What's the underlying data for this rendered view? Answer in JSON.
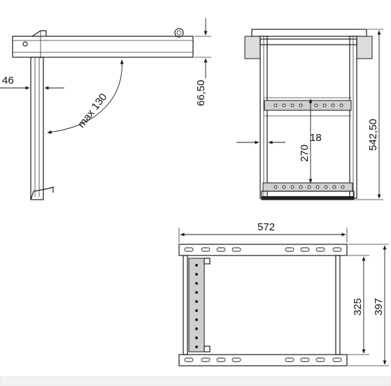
{
  "dimensions": {
    "side_width": "46",
    "side_height": "66,50",
    "swing_angle": "max 130",
    "front_height": "542,50",
    "step_offset": "18",
    "step_spacing": "270",
    "top_width": "572",
    "top_depth": "325",
    "top_overall_depth": "397"
  },
  "colors": {
    "line": "#1a1a1a",
    "fill": "#cfcfcf",
    "background": "#ffffff"
  }
}
